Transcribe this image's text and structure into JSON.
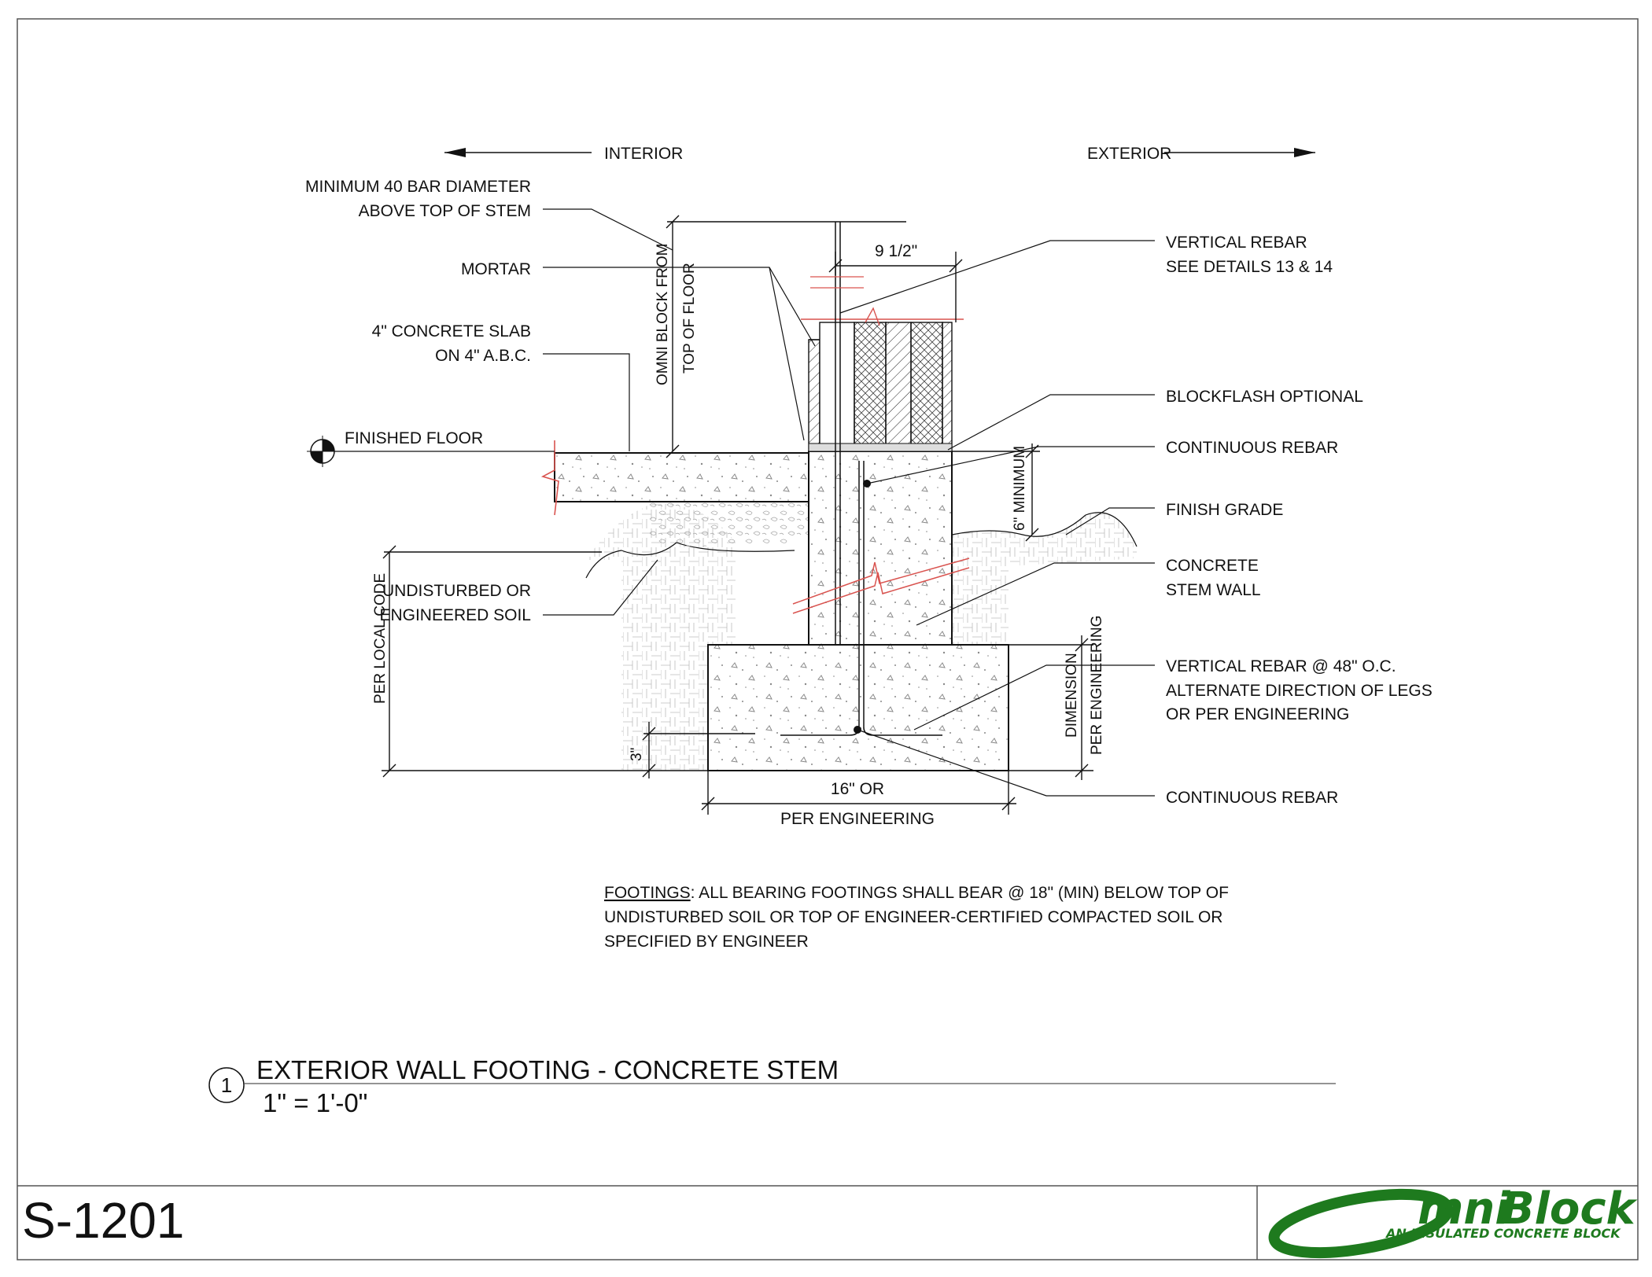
{
  "sheet": {
    "number": "S-1201"
  },
  "detail": {
    "number": "1",
    "title": "EXTERIOR WALL FOOTING - CONCRETE STEM",
    "scale": "1\" = 1'-0\""
  },
  "directions": {
    "interior": "INTERIOR",
    "exterior": "EXTERIOR"
  },
  "labels": {
    "min_bar_1": "MINIMUM 40 BAR DIAMETER",
    "min_bar_2": "ABOVE TOP OF STEM",
    "mortar": "MORTAR",
    "slab_1": "4\" CONCRETE SLAB",
    "slab_2": "ON 4\" A.B.C.",
    "finished_floor": "FINISHED FLOOR",
    "soil_1": "UNDISTURBED OR",
    "soil_2": "ENGINEERED SOIL",
    "per_local_code": "PER LOCAL CODE",
    "vert_rebar_1": "VERTICAL REBAR",
    "vert_rebar_2": "SEE DETAILS 13 & 14",
    "blockflash": "BLOCKFLASH OPTIONAL",
    "cont_rebar_top": "CONTINUOUS REBAR",
    "finish_grade": "FINISH GRADE",
    "stem_1": "CONCRETE",
    "stem_2": "STEM WALL",
    "vr48_1": "VERTICAL REBAR @ 48\" O.C.",
    "vr48_2": "ALTERNATE DIRECTION OF LEGS",
    "vr48_3": "OR PER ENGINEERING",
    "cont_rebar_bot": "CONTINUOUS REBAR",
    "omni_from_1": "OMNI BLOCK FROM",
    "omni_from_2": "TOP OF FLOOR",
    "dim_9_5": "9 1/2\"",
    "dim_6min": "6\" MINIMUM",
    "dim_3": "3\"",
    "dim_eng_1": "DIMENSION",
    "dim_eng_2": "PER ENGINEERING",
    "dim_16_1": "16\" OR",
    "dim_16_2": "PER ENGINEERING"
  },
  "note": {
    "heading": "FOOTINGS",
    "line1": ": ALL BEARING FOOTINGS SHALL BEAR @ 18\" (MIN) BELOW TOP OF",
    "line2": "UNDISTURBED SOIL OR TOP OF ENGINEER-CERTIFIED COMPACTED SOIL OR",
    "line3": "SPECIFIED BY ENGINEER"
  },
  "logo": {
    "word1": "mni",
    "word2": "Block",
    "tagline": "AN INSULATED CONCRETE BLOCK",
    "color": "#1e7a1e"
  },
  "colors": {
    "hatch_red": "#d9534f",
    "logo_green": "#1e7a1e"
  }
}
